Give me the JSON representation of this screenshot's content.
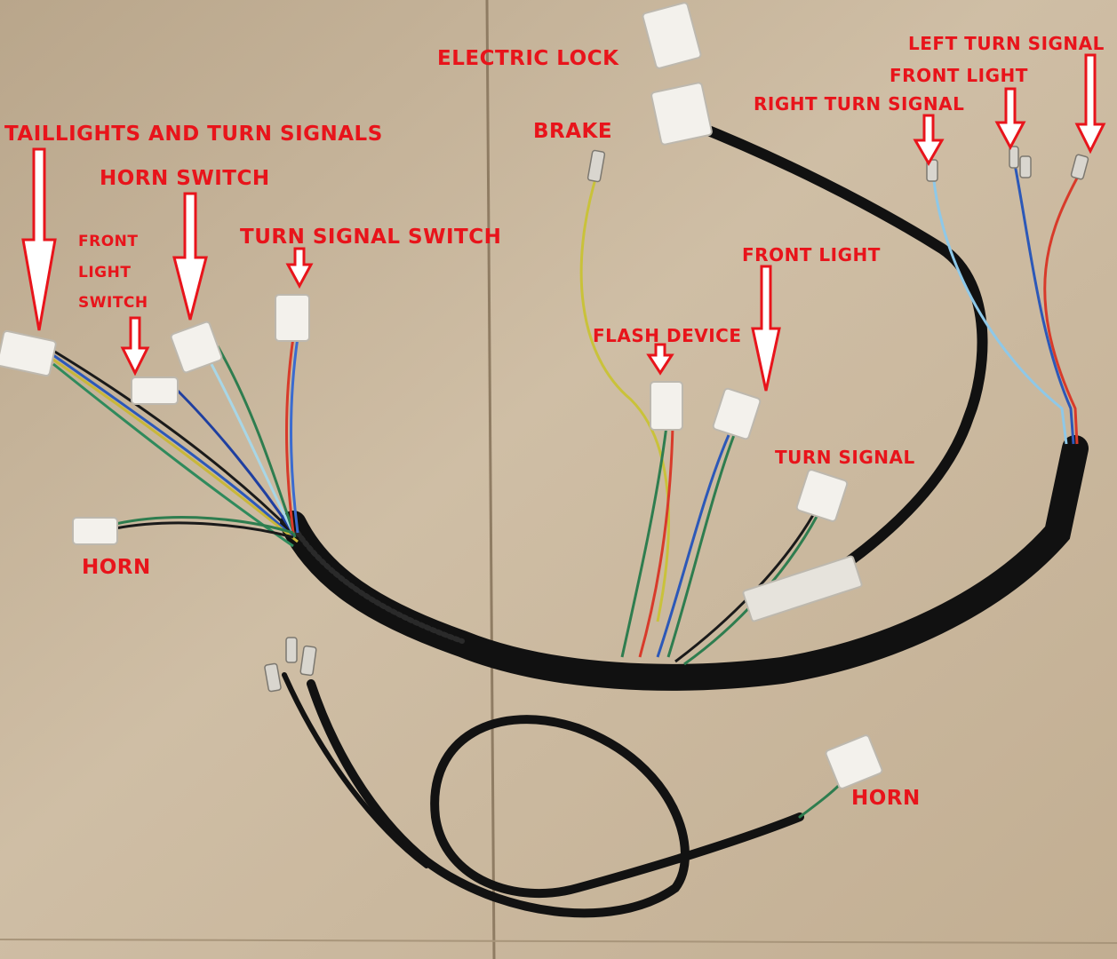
{
  "colors": {
    "cardboard": "#c9b79d",
    "label": "#e8141b",
    "arrow": "#e8141b",
    "sheath": "#111111",
    "connector": "#f3f1ec"
  },
  "labels": {
    "taillights": "TAILLIGHTS AND TURN SIGNALS",
    "horn_switch": "HORN SWITCH",
    "front_light_switch_1": "FRONT",
    "front_light_switch_2": "LIGHT",
    "front_light_switch_3": "SWITCH",
    "turn_signal_switch": "TURN SIGNAL SWITCH",
    "horn_left": "HORN",
    "electric_lock": "ELECTRIC LOCK",
    "brake": "BRAKE",
    "left_turn_signal": "LEFT TURN SIGNAL",
    "front_light_top": "FRONT LIGHT",
    "right_turn_signal": "RIGHT TURN SIGNAL",
    "front_light_mid": "FRONT LIGHT",
    "flash_device": "FLASH DEVICE",
    "turn_signal": "TURN SIGNAL",
    "horn_bottom": "HORN"
  }
}
